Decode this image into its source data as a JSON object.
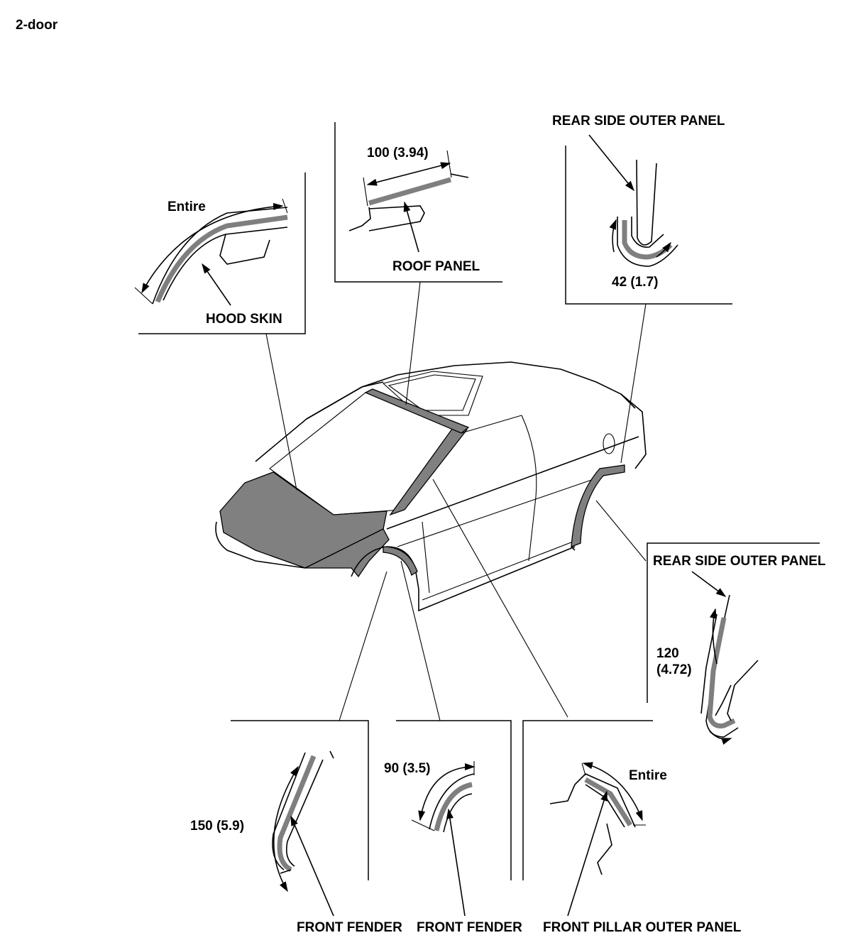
{
  "page": {
    "heading": "2-door"
  },
  "callouts": {
    "hood_skin": {
      "label": "HOOD SKIN",
      "dimension": "Entire"
    },
    "roof_panel": {
      "label": "ROOF PANEL",
      "dimension": "100 (3.94)"
    },
    "rear_side_outer_upper": {
      "label": "REAR SIDE OUTER PANEL",
      "dimension": "42 (1.7)"
    },
    "rear_side_outer_lower": {
      "label": "REAR SIDE OUTER PANEL",
      "dimension_line1": "120",
      "dimension_line2": "(4.72)"
    },
    "front_fender_left": {
      "label": "FRONT FENDER",
      "dimension": "150 (5.9)"
    },
    "front_fender_mid": {
      "label": "FRONT FENDER",
      "dimension": "90 (3.5)"
    },
    "front_pillar": {
      "label": "FRONT PILLAR OUTER PANEL",
      "dimension": "Entire"
    }
  },
  "colors": {
    "band_gray": "#7f7f7f",
    "shade_gray": "#808080",
    "line": "#000000"
  }
}
